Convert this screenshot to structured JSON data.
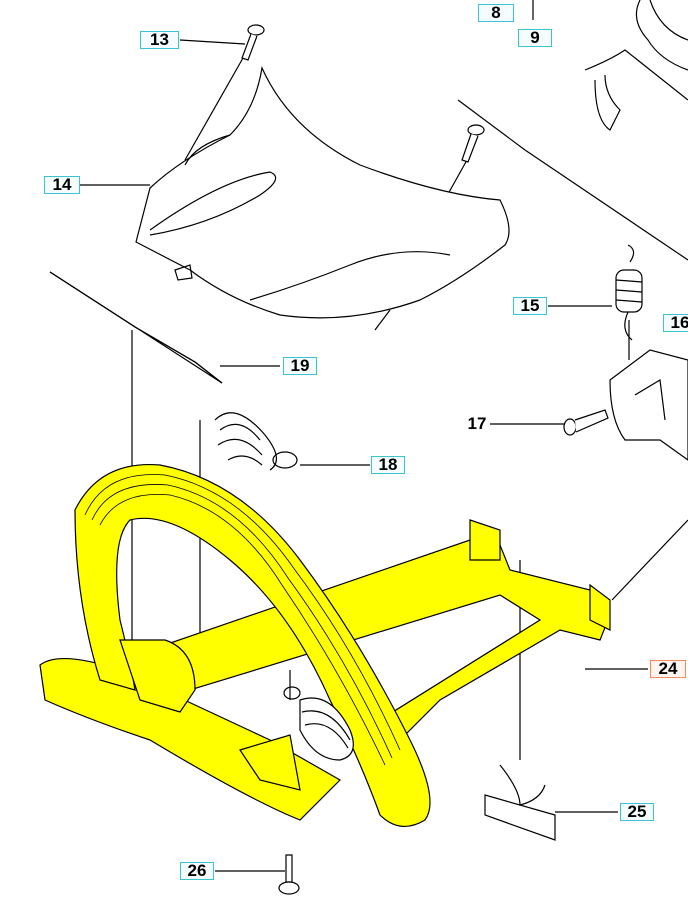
{
  "diagram": {
    "type": "exploded-parts-diagram",
    "highlight_color": "#ffff00",
    "callouts": [
      {
        "id": "8",
        "label": "8"
      },
      {
        "id": "9",
        "label": "9"
      },
      {
        "id": "13",
        "label": "13"
      },
      {
        "id": "14",
        "label": "14"
      },
      {
        "id": "15",
        "label": "15"
      },
      {
        "id": "16",
        "label": "16"
      },
      {
        "id": "17",
        "label": "17"
      },
      {
        "id": "18",
        "label": "18"
      },
      {
        "id": "19",
        "label": "19"
      },
      {
        "id": "24",
        "label": "24",
        "highlighted": true
      },
      {
        "id": "25",
        "label": "25"
      },
      {
        "id": "26",
        "label": "26"
      }
    ]
  }
}
